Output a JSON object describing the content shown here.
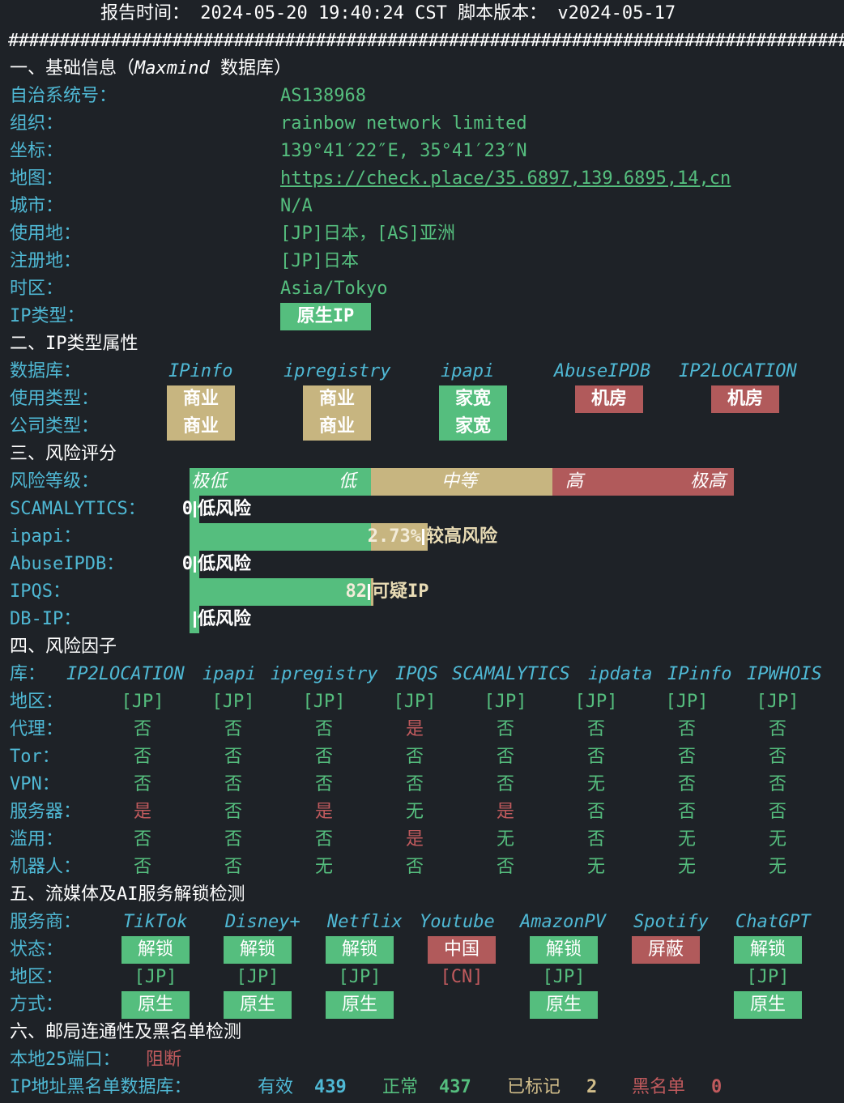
{
  "header": {
    "text": "报告时间： 2024-05-20 19:40:24 CST  脚本版本： v2024-05-17",
    "separator": "##################################################################################"
  },
  "basic": {
    "title": "一、基础信息（",
    "title_db": "Maxmind",
    "title_suffix": " 数据库）",
    "rows": [
      {
        "label": "自治系统号：",
        "value": "AS138968"
      },
      {
        "label": "组织：",
        "value": "rainbow network limited"
      },
      {
        "label": "坐标：",
        "value": "139°41′22″E, 35°41′23″N"
      },
      {
        "label": "地图：",
        "value": "https://check.place/35.6897,139.6895,14,cn"
      },
      {
        "label": "城市：",
        "value": "N/A"
      },
      {
        "label": "使用地：",
        "value": "[JP]日本，[AS]亚洲"
      },
      {
        "label": "注册地：",
        "value": "[JP]日本"
      },
      {
        "label": "时区：",
        "value": "Asia/Tokyo"
      }
    ],
    "ip_type_label": "IP类型：",
    "ip_type_value": "原生IP"
  },
  "iptype": {
    "title": "二、IP类型属性",
    "db_label": "数据库：",
    "usage_label": "使用类型：",
    "company_label": "公司类型：",
    "sources": [
      {
        "name": "IPinfo",
        "usage": "商业",
        "company": "商业"
      },
      {
        "name": "ipregistry",
        "usage": "商业",
        "company": "商业"
      },
      {
        "name": "ipapi",
        "usage": "家宽",
        "company": "家宽"
      },
      {
        "name": "AbuseIPDB",
        "usage": "机房",
        "company": ""
      },
      {
        "name": "IP2LOCATION",
        "usage": "机房",
        "company": ""
      }
    ]
  },
  "risk": {
    "title": "三、风险评分",
    "level_label": "风险等级：",
    "levels": [
      "极低",
      "低",
      "中等",
      "高",
      "极高"
    ],
    "scores": [
      {
        "label": "SCAMALYTICS：",
        "score": "0",
        "fill": 0.0,
        "text": "低风险"
      },
      {
        "label": "ipapi：",
        "score": "2.73%",
        "fill": 0.42,
        "text": "较高风险"
      },
      {
        "label": "AbuseIPDB：",
        "score": "0",
        "fill": 0.0,
        "text": "低风险"
      },
      {
        "label": "IPQS：",
        "score": "82",
        "fill": 0.32,
        "text": "可疑IP"
      },
      {
        "label": "DB-IP：",
        "score": "",
        "fill": 0.0,
        "text": "低风险"
      }
    ]
  },
  "factors": {
    "title": "四、风险因子",
    "lib_label": "库：",
    "dbs": [
      "IP2LOCATION",
      "ipapi",
      "ipregistry",
      "IPQS",
      "SCAMALYTICS",
      "ipdata",
      "IPinfo",
      "IPWHOIS"
    ],
    "rows": [
      {
        "label": "地区：",
        "values": [
          "[JP]",
          "[JP]",
          "[JP]",
          "[JP]",
          "[JP]",
          "[JP]",
          "[JP]",
          "[JP]"
        ]
      },
      {
        "label": "代理：",
        "values": [
          "否",
          "否",
          "否",
          "是",
          "否",
          "否",
          "否",
          "否"
        ]
      },
      {
        "label": "Tor：",
        "values": [
          "否",
          "否",
          "否",
          "否",
          "否",
          "否",
          "否",
          "否"
        ]
      },
      {
        "label": "VPN：",
        "values": [
          "否",
          "否",
          "否",
          "否",
          "否",
          "无",
          "否",
          "否"
        ]
      },
      {
        "label": "服务器：",
        "values": [
          "是",
          "否",
          "是",
          "无",
          "是",
          "否",
          "否",
          "否"
        ]
      },
      {
        "label": "滥用：",
        "values": [
          "否",
          "否",
          "否",
          "是",
          "无",
          "否",
          "无",
          "无"
        ]
      },
      {
        "label": "机器人：",
        "values": [
          "否",
          "否",
          "无",
          "否",
          "否",
          "无",
          "无",
          "无"
        ]
      }
    ]
  },
  "streaming": {
    "title": "五、流媒体及AI服务解锁检测",
    "provider_label": "服务商：",
    "status_label": "状态：",
    "region_label": "地区：",
    "method_label": "方式：",
    "services": [
      {
        "name": "TikTok",
        "status": "解锁",
        "region": "[JP]",
        "method": "原生"
      },
      {
        "name": "Disney+",
        "status": "解锁",
        "region": "[JP]",
        "method": "原生"
      },
      {
        "name": "Netflix",
        "status": "解锁",
        "region": "[JP]",
        "method": "原生"
      },
      {
        "name": "Youtube",
        "status": "中国",
        "region": "[CN]",
        "method": ""
      },
      {
        "name": "AmazonPV",
        "status": "解锁",
        "region": "[JP]",
        "method": "原生"
      },
      {
        "name": "Spotify",
        "status": "屏蔽",
        "region": "",
        "method": ""
      },
      {
        "name": "ChatGPT",
        "status": "解锁",
        "region": "[JP]",
        "method": "原生"
      }
    ]
  },
  "mail": {
    "title": "六、邮局连通性及黑名单检测",
    "port_label": "本地25端口：",
    "port_value": "阻断",
    "bl_label": "IP地址黑名单数据库：",
    "valid_label": "有效",
    "valid_value": "439",
    "normal_label": "正常",
    "normal_value": "437",
    "marked_label": "已标记",
    "marked_value": "2",
    "black_label": "黑名单",
    "black_value": "0"
  }
}
